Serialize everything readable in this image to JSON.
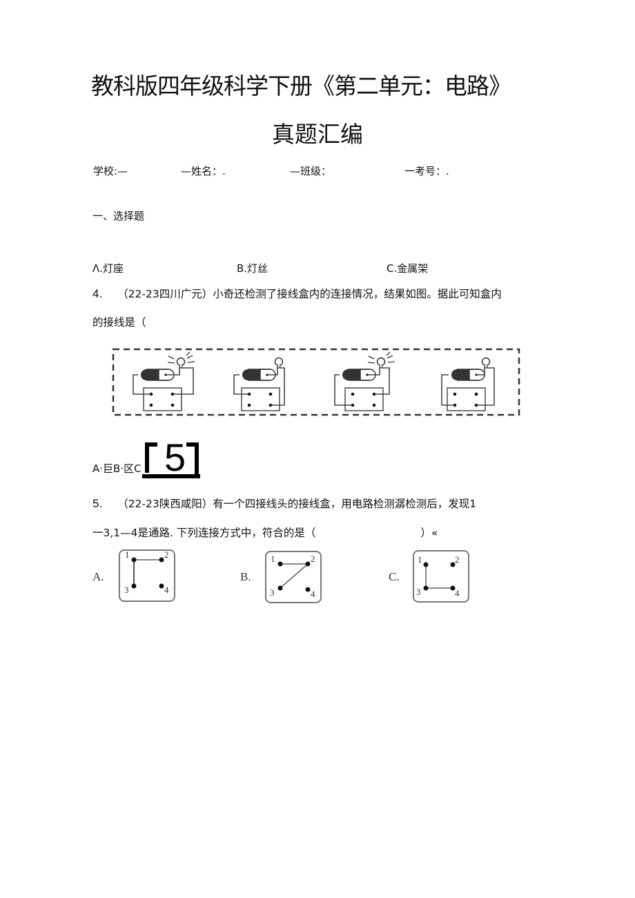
{
  "header": {
    "title_line1": "教科版四年级科学下册《第二单元：电路》",
    "title_line2": "真题汇编"
  },
  "info_fields": [
    {
      "label": "学校:—"
    },
    {
      "label": "—姓名：."
    },
    {
      "label": "—班级："
    },
    {
      "label": "一考号：."
    }
  ],
  "section": {
    "heading": "一、选择题"
  },
  "q3_options": [
    {
      "label": "Λ.灯座"
    },
    {
      "label": "B.灯丝"
    },
    {
      "label": "C.金属架"
    }
  ],
  "q4": {
    "number": "4.",
    "line1": "（22-23四川广元）小奇还检测了接线盒内的连接情况，结果如图。据此可知盒内",
    "line2": "的接线是（",
    "figure": {
      "panels": [
        {
          "bulb_lit": true,
          "connected_terminals": "top-left & top-right"
        },
        {
          "bulb_lit": false,
          "connected_terminals": "top-left & bottom-right"
        },
        {
          "bulb_lit": true,
          "connected_terminals": "bottom-left & top-right"
        },
        {
          "bulb_lit": false,
          "connected_terminals": "bottom-left & bottom-right"
        }
      ]
    },
    "answer_line": {
      "options_text": "A·巨B·区C",
      "big_text": "5"
    }
  },
  "q5": {
    "number": "5.",
    "line1": "（22-23陕西咸阳）有一个四接线头的接线盒，用电路检测潺检测后，发现1",
    "line2": "一3,1—4是通路. 下列连接方式中，符合的是（",
    "line2_end": "）«",
    "options": [
      {
        "label": "A.",
        "terminals": [
          "1",
          "2",
          "3",
          "4"
        ],
        "links": [
          [
            "1",
            "2"
          ],
          [
            "1",
            "3"
          ]
        ]
      },
      {
        "label": "B.",
        "terminals": [
          "1",
          "2",
          "3",
          "4"
        ],
        "links": [
          [
            "1",
            "2"
          ],
          [
            "2",
            "3"
          ]
        ]
      },
      {
        "label": "C.",
        "terminals": [
          "1",
          "2",
          "3",
          "4"
        ],
        "links": [
          [
            "1",
            "3"
          ],
          [
            "3",
            "4"
          ]
        ]
      }
    ]
  }
}
